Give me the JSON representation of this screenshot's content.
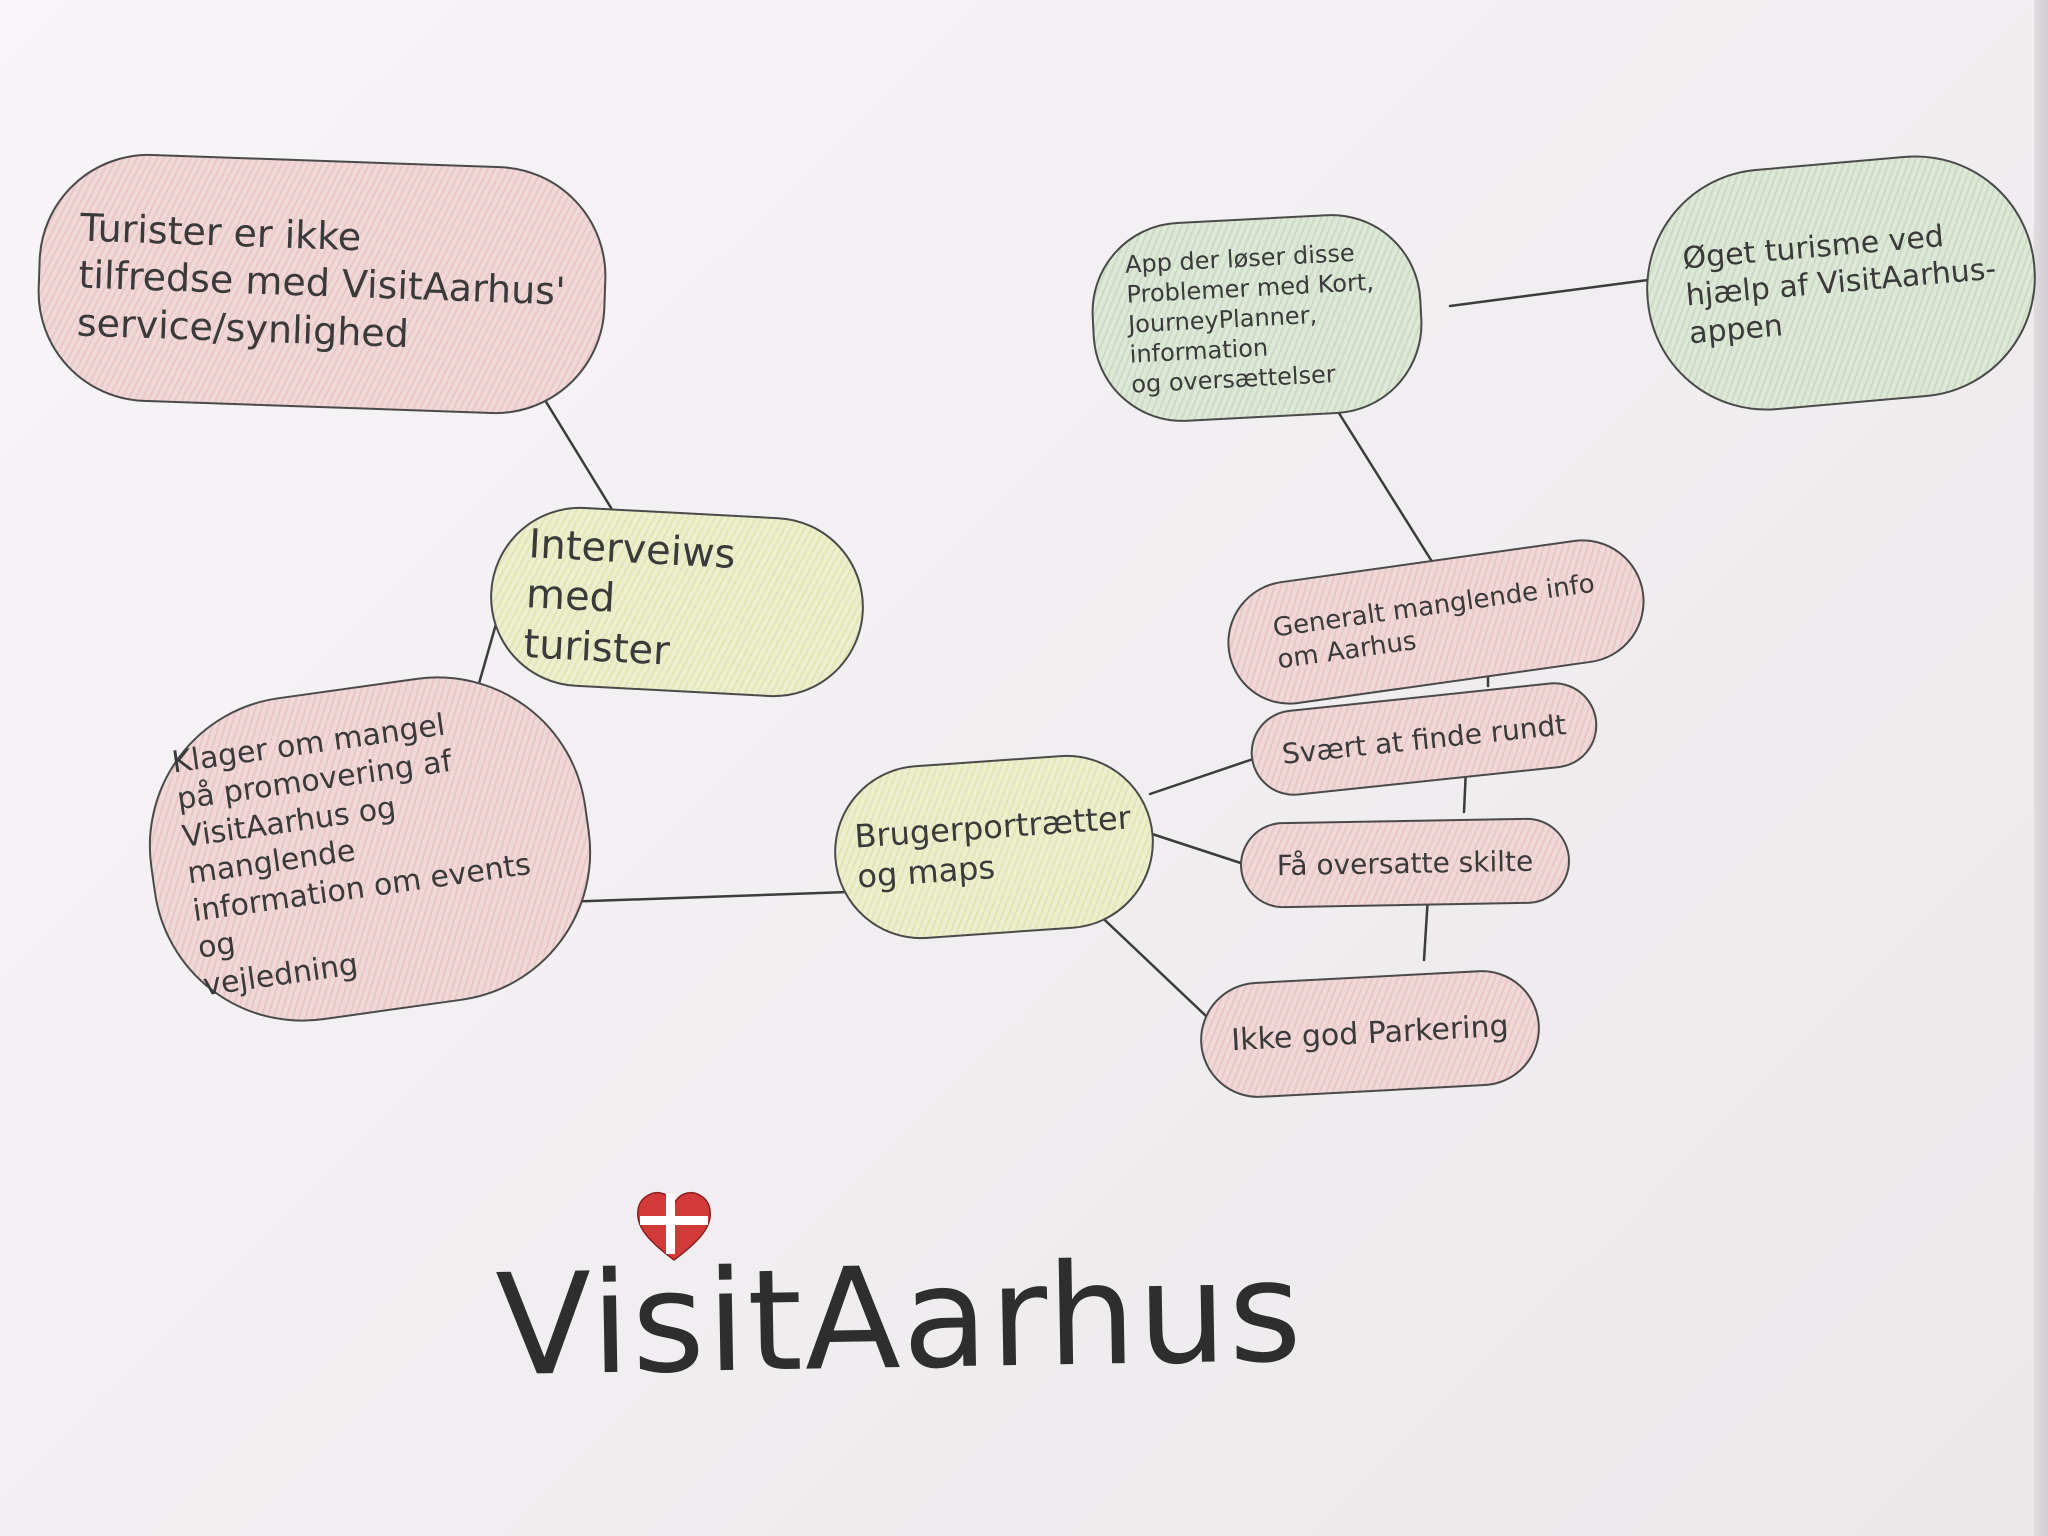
{
  "nodes": {
    "turister": {
      "lines": [
        "Turister er ikke",
        "tilfredse med VisitAarhus'",
        "service/synlighed"
      ],
      "color": "#efd8d8"
    },
    "interviews": {
      "lines": [
        "Interveiws med",
        "turister"
      ],
      "color": "#ebefcf"
    },
    "klager": {
      "lines": [
        "Klager om mangel",
        "på promovering af",
        "VisitAarhus og manglende",
        "information om events og",
        "vejledning"
      ],
      "color": "#efd8d8"
    },
    "app": {
      "lines": [
        "App der løser disse",
        "Problemer med Kort,",
        "JourneyPlanner, information",
        "og oversættelser"
      ],
      "color": "#dfe8d8"
    },
    "oget": {
      "lines": [
        "Øget turisme ved",
        "hjælp af VisitAarhus-",
        "appen"
      ],
      "color": "#dfe8d8"
    },
    "bruger": {
      "lines": [
        "Brugerportrætter",
        "og maps"
      ],
      "color": "#ebefcf"
    },
    "generalt": {
      "lines": [
        "Generalt manglende info",
        "om Aarhus"
      ],
      "color": "#efd8d8"
    },
    "svaert": {
      "lines": [
        "Svært at finde rundt"
      ],
      "color": "#efd8d8"
    },
    "faa": {
      "lines": [
        "Få oversatte skilte"
      ],
      "color": "#efd8d8"
    },
    "ikke": {
      "lines": [
        "Ikke god Parkering"
      ],
      "color": "#efd8d8"
    }
  },
  "logo": {
    "text": "VisitAarhus",
    "heart_color": "#d23a3a",
    "cross_color": "#ffffff"
  }
}
